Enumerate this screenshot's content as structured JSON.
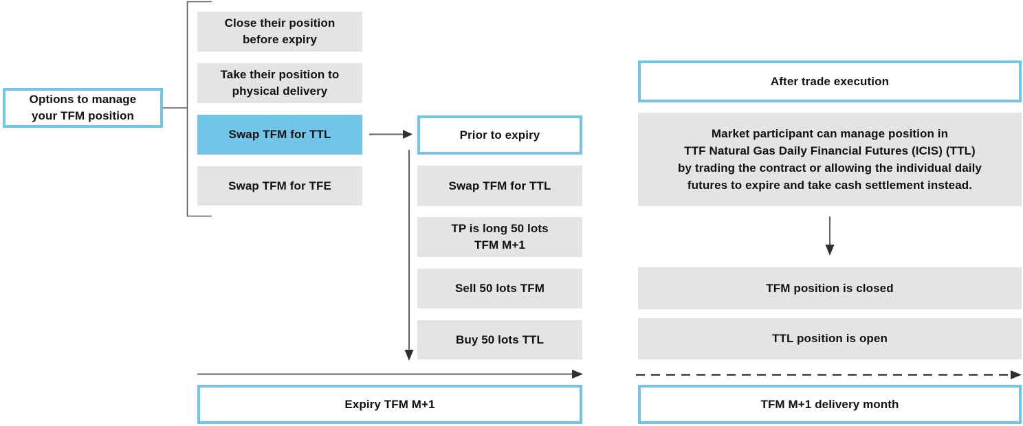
{
  "palette": {
    "accent_blue": "#71C5E8",
    "box_gray": "#E4E4E6",
    "line_gray": "#58595B",
    "arrow_dark": "#2F2F2F",
    "text_color": "#111111"
  },
  "left_panel": {
    "root_label": "Options to manage\nyour TFM position",
    "options": [
      {
        "label": "Close their position\nbefore expiry",
        "highlighted": false
      },
      {
        "label": "Take their position to\nphysical delivery",
        "highlighted": false
      },
      {
        "label": "Swap TFM for TTL",
        "highlighted": true
      },
      {
        "label": "Swap TFM for TFE",
        "highlighted": false
      }
    ]
  },
  "middle_panel": {
    "header": "Prior to expiry",
    "steps": [
      "Swap TFM for TTL",
      "TP is long 50 lots\nTFM M+1",
      "Sell 50 lots TFM",
      "Buy 50 lots TTL"
    ],
    "timeline_label": "Expiry TFM M+1"
  },
  "right_panel": {
    "header": "After trade execution",
    "description": "Market participant can manage position in\nTTF Natural Gas Daily Financial Futures (ICIS) (TTL)\nby trading the contract or allowing the individual daily\nfutures to expire and take cash settlement instead.",
    "outcomes": [
      "TFM position is closed",
      "TTL position is open"
    ],
    "timeline_label": "TFM M+1 delivery month"
  }
}
